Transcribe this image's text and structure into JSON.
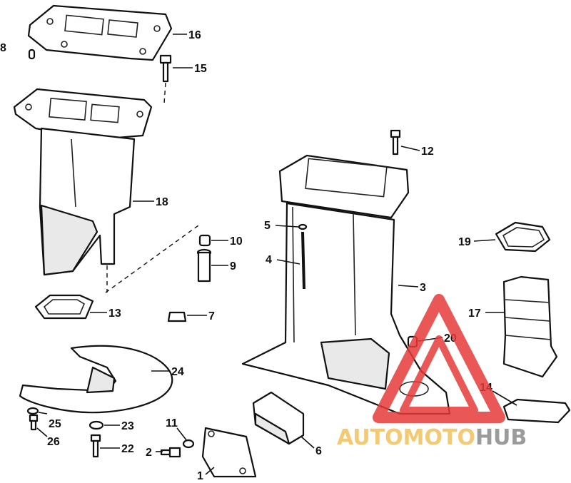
{
  "callouts": {
    "n1": "1",
    "n2": "2",
    "n3": "3",
    "n4": "4",
    "n5": "5",
    "n6": "6",
    "n7": "7",
    "n8": "8",
    "n9": "9",
    "n10": "10",
    "n11": "11",
    "n12": "12",
    "n13": "13",
    "n14": "14",
    "n15": "15",
    "n16": "16",
    "n17": "17",
    "n18": "18",
    "n19": "19",
    "n20": "20",
    "n22": "22",
    "n23": "23",
    "n24": "24",
    "n25": "25",
    "n26": "26"
  },
  "watermark": {
    "brand_left": "AUTO",
    "brand_mid": "MOTO",
    "brand_right": "HUB",
    "triangle_color": "#e63a3a",
    "left_color": "#f2c15a",
    "right_color": "#8a8a8a"
  }
}
